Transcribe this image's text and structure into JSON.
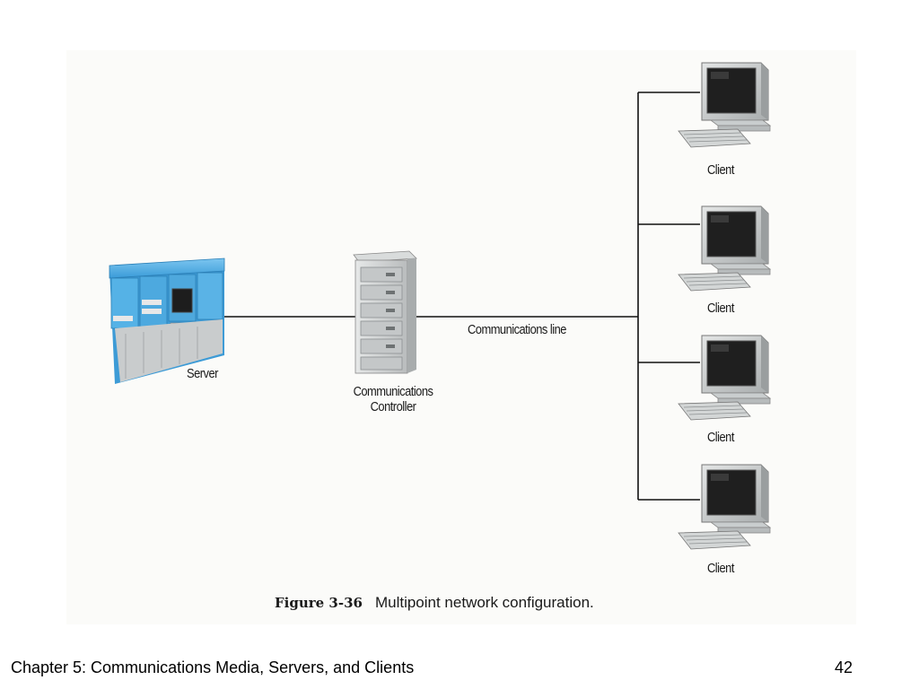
{
  "diagram": {
    "nodes": {
      "server": "Server",
      "controller_line1": "Communications",
      "controller_line2": "Controller",
      "line_label": "Communications line",
      "clients": [
        "Client",
        "Client",
        "Client",
        "Client"
      ]
    },
    "caption": {
      "figure_number": "Figure 3-36",
      "text": "Multipoint network configuration."
    }
  },
  "footer": {
    "chapter": "Chapter 5:  Communications Media, Servers, and Clients",
    "page": "42"
  },
  "colors": {
    "server_blue": "#4aa9e0",
    "line": "#111111",
    "monitor_gray": "#cfd3d3",
    "screen": "#1f1f1f"
  }
}
